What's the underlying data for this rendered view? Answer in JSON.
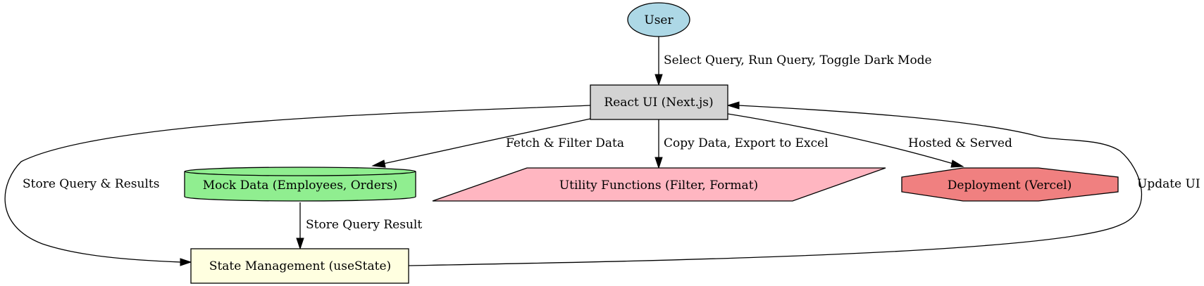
{
  "colors": {
    "user": "#add8e6",
    "react_ui": "#d3d3d3",
    "mock_data": "#90ee90",
    "utility": "#ffb6c1",
    "deployment": "#f08080",
    "state": "#ffffe0"
  },
  "nodes": {
    "user": "User",
    "react_ui": "React UI (Next.js)",
    "mock_data": "Mock Data (Employees, Orders)",
    "utility": "Utility Functions (Filter, Format)",
    "deployment": "Deployment (Vercel)",
    "state": "State Management (useState)"
  },
  "edges": {
    "user_to_ui": "Select Query, Run Query, Toggle Dark Mode",
    "ui_to_mock": "Fetch & Filter Data",
    "ui_to_utility": "Copy Data, Export to Excel",
    "ui_to_deploy": "Hosted & Served",
    "ui_to_state": "Store Query & Results",
    "mock_to_state": "Store Query Result",
    "state_to_ui": "Update UI"
  }
}
